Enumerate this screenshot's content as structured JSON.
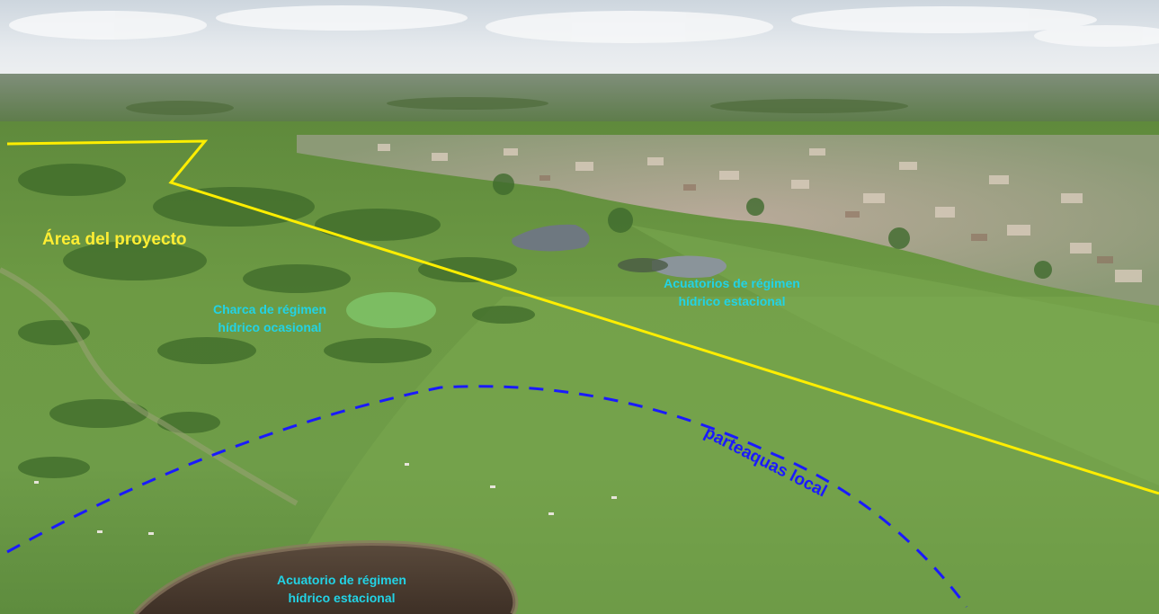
{
  "annotations": {
    "project_area": "Área del proyecto",
    "pond_line1": "Charca de régimen",
    "pond_line2": "hídrico ocasional",
    "water_bodies_line1": "Acuatorios de régimen",
    "water_bodies_line2": "hídrico estacional",
    "watershed_divide": "parteaquas local",
    "water_body_line1": "Acuatorio de régimen",
    "water_body_line2": "hídrico estacional"
  },
  "colors": {
    "boundary_line": "#ffee00",
    "project_label": "#ffee33",
    "water_labels": "#22d3e6",
    "divide_line": "#1a1aff"
  }
}
